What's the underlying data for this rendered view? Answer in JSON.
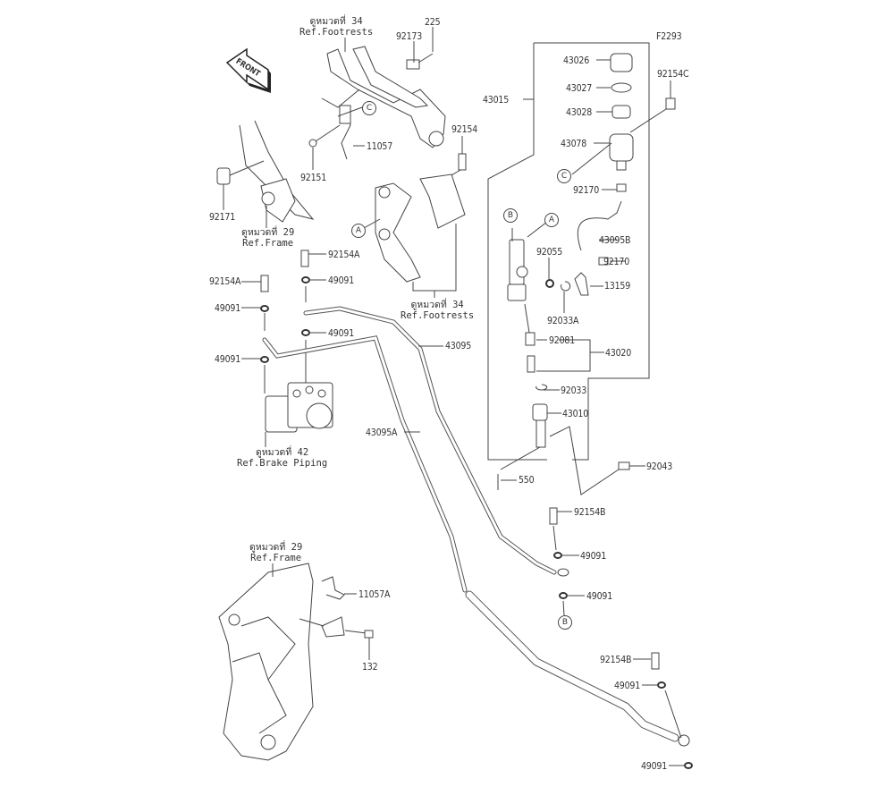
{
  "figure_code": "F2293",
  "front_arrow": "FRONT",
  "refs": [
    {
      "id": "ref-footrests-top",
      "line1": "ดูหมวดที่ 34",
      "line2": "Ref.Footrests"
    },
    {
      "id": "ref-frame-upper",
      "line1": "ดูหมวดที่ 29",
      "line2": "Ref.Frame"
    },
    {
      "id": "ref-footrests-mid",
      "line1": "ดูหมวดที่ 34",
      "line2": "Ref.Footrests"
    },
    {
      "id": "ref-brake-piping",
      "line1": "ดูหมวดที่ 42",
      "line2": "Ref.Brake Piping"
    },
    {
      "id": "ref-frame-lower",
      "line1": "ดูหมวดที่ 29",
      "line2": "Ref.Frame"
    }
  ],
  "callouts": {
    "A": "A",
    "B": "B",
    "C": "C"
  },
  "parts": [
    "225",
    "92173",
    "11057",
    "92151",
    "92154",
    "92171",
    "92154A",
    "92154A",
    "49091",
    "49091",
    "49091",
    "49091",
    "43095",
    "43095A",
    "43015",
    "43026",
    "43027",
    "43028",
    "43078",
    "92154C",
    "92170",
    "43095B",
    "92170",
    "13159",
    "92055",
    "92033A",
    "92081",
    "43020",
    "92033",
    "43010",
    "550",
    "92043",
    "92154B",
    "49091",
    "49091",
    "11057A",
    "132",
    "92154B",
    "49091",
    "49091"
  ]
}
